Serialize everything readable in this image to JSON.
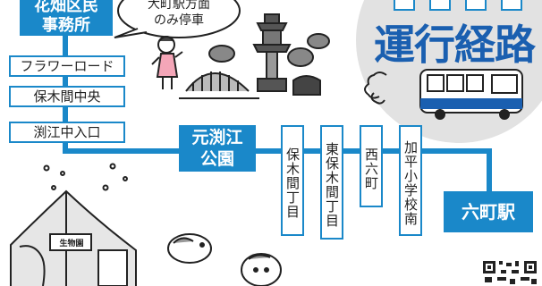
{
  "terminal_top": {
    "line1": "花畑区民",
    "line2": "事務所"
  },
  "note_bubble": {
    "line1": "大町駅方面",
    "line2": "のみ停車"
  },
  "title": "運行経路",
  "stops_left": [
    "フラワーロード",
    "保木間中央",
    "渕江中入口"
  ],
  "park_stop": {
    "line1": "元渕江",
    "line2": "公園"
  },
  "stops_vertical": [
    "保木間丁目",
    "東保木間丁目",
    "西六町",
    "加平小学校南"
  ],
  "terminal_end": "六町駅",
  "zoo_sign": "生物園",
  "colors": {
    "route": "#1a88c9",
    "circle": "#e2e2e2",
    "bus_stripe": "#1a5fb0"
  },
  "icons": [
    "girl-illustration",
    "bridge-illustration",
    "lantern-illustration",
    "bus-icon",
    "zoo-building-illustration",
    "guinea-pig-illustration",
    "qr-code-icon"
  ]
}
